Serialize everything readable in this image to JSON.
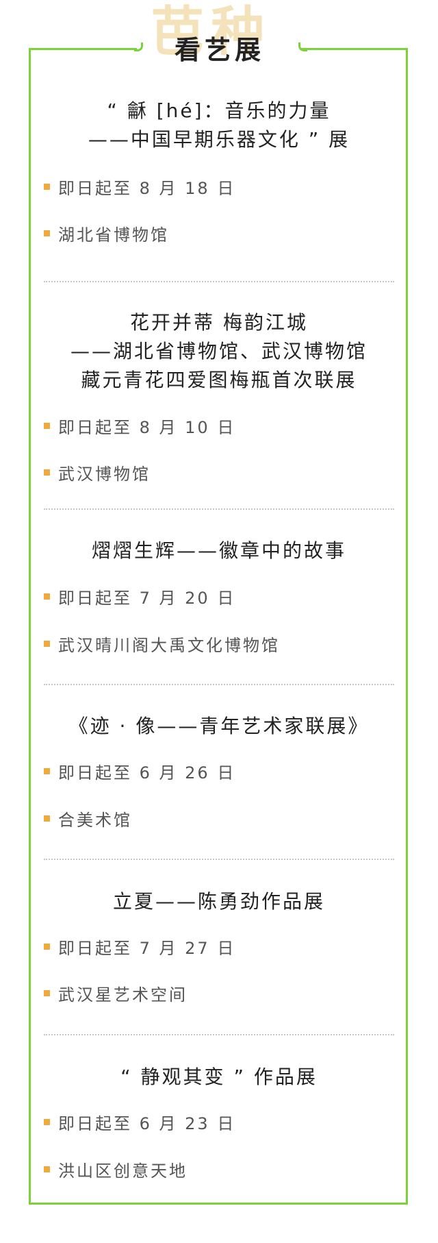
{
  "header": {
    "title": "看艺展",
    "watermark": "芭种"
  },
  "exhibitions": [
    {
      "title": "“ 龢 [hé]：音乐的力量\n——中国早期乐器文化 ” 展",
      "date": "即日起至 8 月 18 日",
      "venue": "湖北省博物馆"
    },
    {
      "title": "花开并蒂 梅韵江城\n——湖北省博物馆、武汉博物馆\n藏元青花四爱图梅瓶首次联展",
      "date": "即日起至 8 月 10 日",
      "venue": "武汉博物馆"
    },
    {
      "title": "熠熠生辉——徽章中的故事",
      "date": "即日起至 7 月 20 日",
      "venue": "武汉晴川阁大禹文化博物馆"
    },
    {
      "title": "《迹 · 像——青年艺术家联展》",
      "date": "即日起至 6 月 26 日",
      "venue": "合美术馆"
    },
    {
      "title": "立夏——陈勇劲作品展",
      "date": "即日起至 7 月 27 日",
      "venue": "武汉星艺术空间"
    },
    {
      "title": "“ 静观其变 ” 作品展",
      "date": "即日起至 6 月 23 日",
      "venue": "洪山区创意天地"
    }
  ]
}
